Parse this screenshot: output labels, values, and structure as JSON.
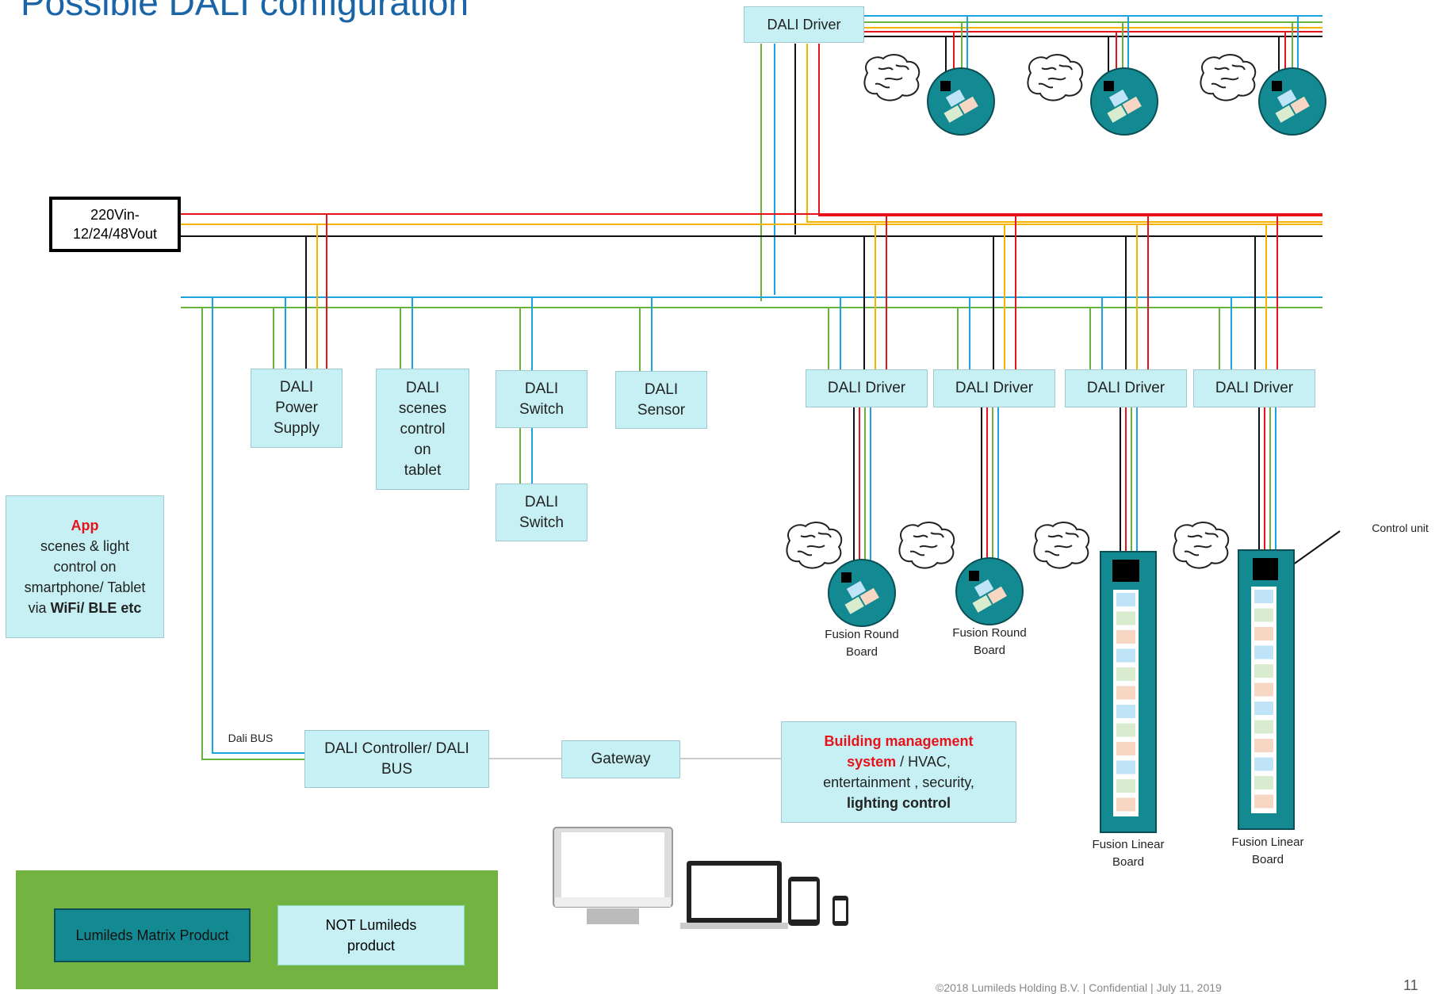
{
  "title": "Possible DALI configuration",
  "power_supply": {
    "line1": "220Vin-",
    "line2": "12/24/48Vout"
  },
  "dali_driver": "DALI Driver",
  "dali_power_supply": "DALI Power Supply",
  "dali_scenes": "DALI scenes control on tablet",
  "dali_switch": "DALI Switch",
  "dali_sensor": "DALI Sensor",
  "app": {
    "title": "App",
    "line1": "scenes & light control on smartphone/ Tablet via ",
    "bold": "WiFi/ BLE etc"
  },
  "dali_bus_label": "Dali BUS",
  "dali_controller": "DALI Controller/ DALI BUS",
  "gateway": "Gateway",
  "bms": {
    "red": "Building management system",
    "rest": " / HVAC, entertainment , security, ",
    "bold": "lighting control"
  },
  "fusion_round": "Fusion Round Board",
  "fusion_linear": "Fusion Linear Board",
  "control_unit": "Control unit",
  "legend": {
    "matrix": "Lumileds Matrix Product",
    "not": "NOT Lumileds product"
  },
  "footer": "©2018 Lumileds Holding B.V.   |   Confidential   |   July 11, 2019",
  "page_number": "11",
  "colors": {
    "red": "#e8121a",
    "yellow": "#f4b400",
    "black": "#111111",
    "blue": "#1aa3e0",
    "green": "#6ab23e",
    "teal": "#138a92",
    "box": "#c6f0f4",
    "title": "#1a64a8"
  }
}
